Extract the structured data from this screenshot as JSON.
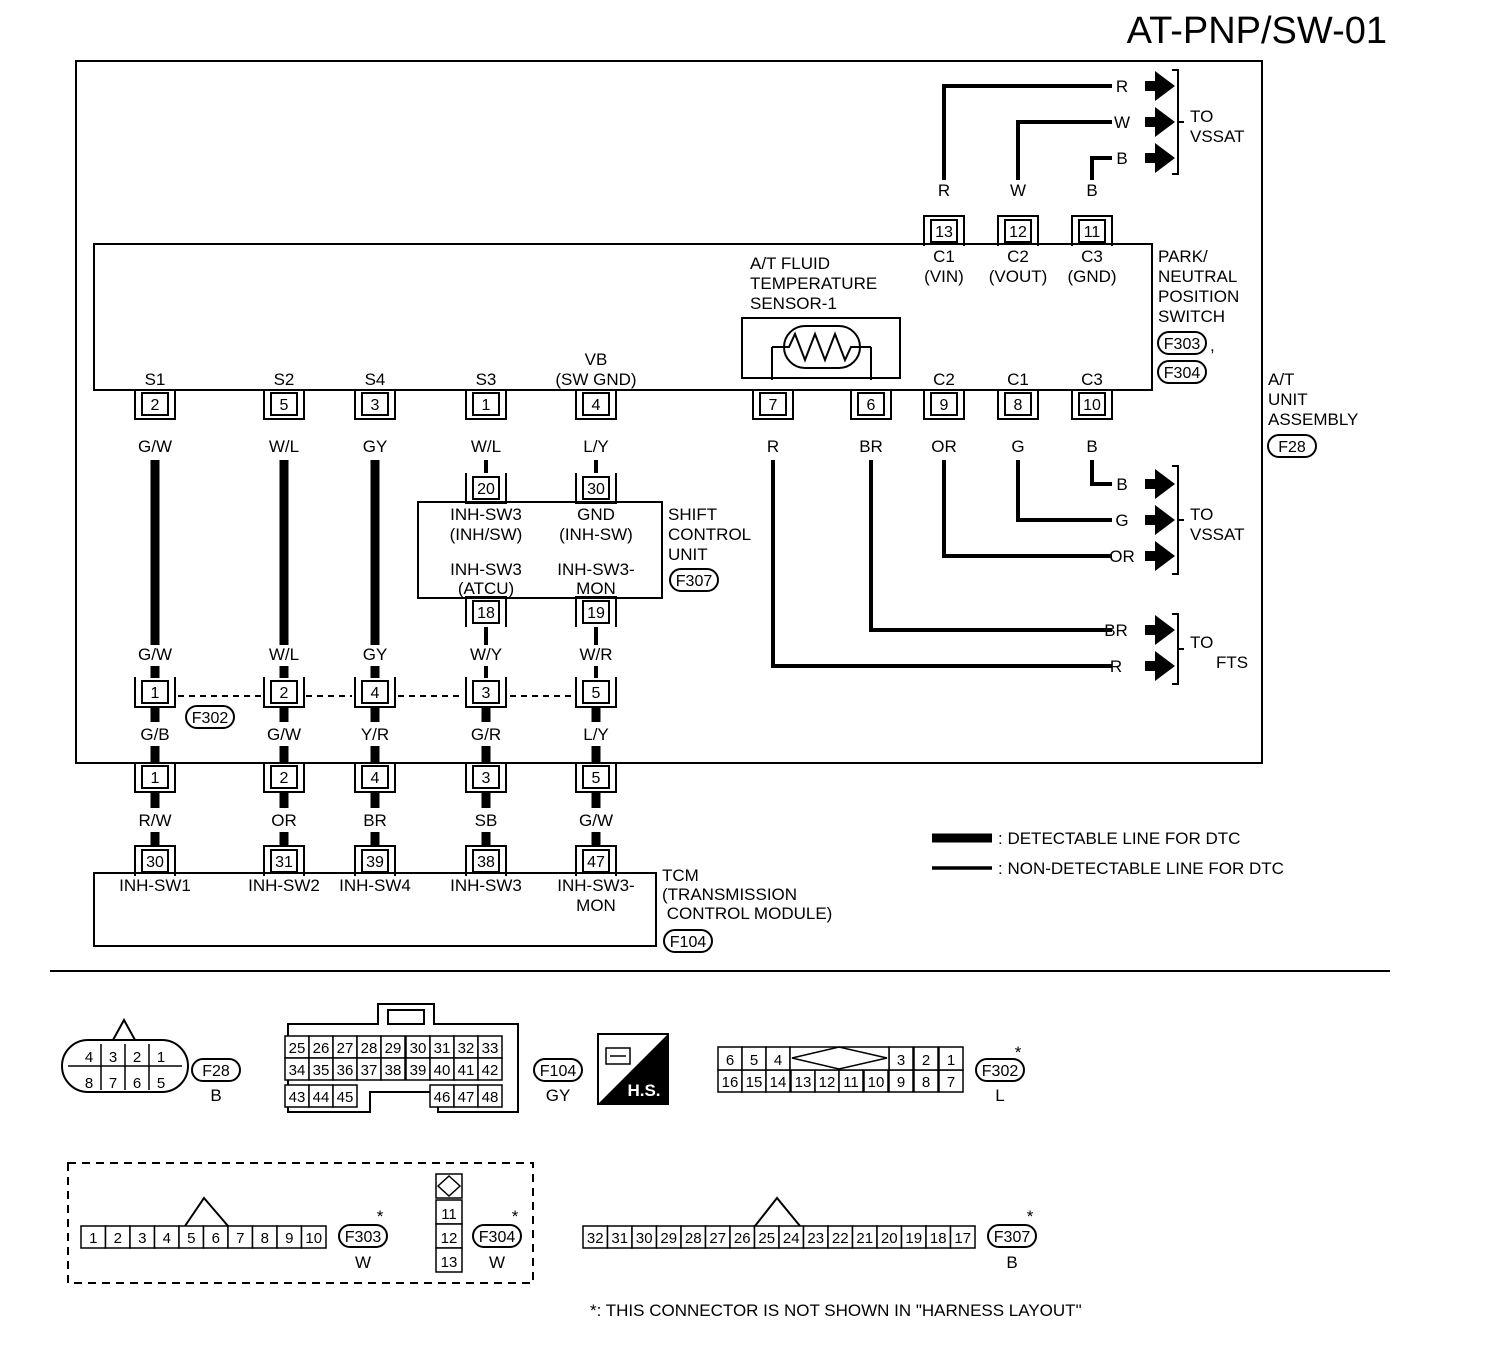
{
  "title": "AT-PNP/SW-01",
  "pnp_switch": {
    "label": [
      "PARK/",
      "NEUTRAL",
      "POSITION",
      "SWITCH"
    ],
    "conn1": "F303",
    "conn2": "F304",
    "comma": ","
  },
  "at_unit": {
    "label": [
      "A/T",
      "UNIT",
      "ASSEMBLY"
    ],
    "conn": "F28"
  },
  "sensor": {
    "label": [
      "A/T FLUID",
      "TEMPERATURE",
      "SENSOR-1"
    ]
  },
  "top_pins": [
    {
      "num": "13",
      "name": [
        "C1",
        "(VIN)"
      ],
      "wire": "R"
    },
    {
      "num": "12",
      "name": [
        "C2",
        "(VOUT)"
      ],
      "wire": "W"
    },
    {
      "num": "11",
      "name": [
        "C3",
        "(GND)"
      ],
      "wire": "B"
    }
  ],
  "to_vssat_top": {
    "wires": [
      "R",
      "W",
      "B"
    ],
    "dest": [
      "TO",
      "VSSAT"
    ]
  },
  "bottom_pins": [
    {
      "name": "S1",
      "num": "2",
      "wire": "G/W"
    },
    {
      "name": "S2",
      "num": "5",
      "wire": "W/L"
    },
    {
      "name": "S4",
      "num": "3",
      "wire": "GY"
    },
    {
      "name": "S3",
      "num": "1",
      "wire": "W/L"
    },
    {
      "name": "VB",
      "name2": "(SW GND)",
      "num": "4",
      "wire": "L/Y"
    },
    {
      "name": "",
      "num": "7",
      "wire": "R"
    },
    {
      "name": "",
      "num": "6",
      "wire": "BR"
    },
    {
      "name": "C2",
      "num": "9",
      "wire": "OR"
    },
    {
      "name": "C1",
      "num": "8",
      "wire": "G"
    },
    {
      "name": "C3",
      "num": "10",
      "wire": "B"
    }
  ],
  "to_vssat_mid": {
    "wires": [
      "B",
      "G",
      "OR"
    ],
    "dest": [
      "TO",
      "VSSAT"
    ]
  },
  "to_fts": {
    "wires": [
      "BR",
      "R"
    ],
    "dest": [
      "TO",
      "FTS"
    ]
  },
  "shift_unit": {
    "label": [
      "SHIFT",
      "CONTROL",
      "UNIT"
    ],
    "conn": "F307",
    "in_pins": [
      "20",
      "30"
    ],
    "out_pins": [
      "18",
      "19"
    ],
    "in_names": [
      [
        "INH-SW3",
        "(INH/SW)"
      ],
      [
        "GND",
        "(INH-SW)"
      ]
    ],
    "out_names": [
      [
        "INH-SW3",
        "(ATCU)"
      ],
      [
        "INH-SW3-",
        "MON"
      ]
    ],
    "out_wires": [
      "W/Y",
      "W/R"
    ]
  },
  "joint": {
    "conn": "F302",
    "upper_wires": [
      "G/W",
      "W/L",
      "GY",
      "W/Y",
      "W/R"
    ],
    "pins": [
      "1",
      "2",
      "4",
      "3",
      "5"
    ],
    "lower_wires": [
      "G/B",
      "G/W",
      "Y/R",
      "G/R",
      "L/Y"
    ]
  },
  "harness": {
    "pins": [
      "1",
      "2",
      "4",
      "3",
      "5"
    ],
    "wires": [
      "R/W",
      "OR",
      "BR",
      "SB",
      "G/W"
    ]
  },
  "tcm": {
    "label": [
      "TCM",
      "(TRANSMISSION",
      " CONTROL MODULE)"
    ],
    "conn": "F104",
    "pins": [
      "30",
      "31",
      "39",
      "38",
      "47"
    ],
    "names": [
      "INH-SW1",
      "INH-SW2",
      "INH-SW4",
      "INH-SW3",
      "INH-SW3-"
    ],
    "name_extra": "MON"
  },
  "legend": {
    "detectable": ": DETECTABLE LINE FOR DTC",
    "non_detectable": ": NON-DETECTABLE LINE FOR DTC"
  },
  "connectors": {
    "f28": {
      "id": "F28",
      "color": "B",
      "top": [
        "4",
        "3",
        "2",
        "1"
      ],
      "bottom": [
        "8",
        "7",
        "6",
        "5"
      ]
    },
    "f104": {
      "id": "F104",
      "color": "GY",
      "row1": [
        "25",
        "26",
        "27",
        "28",
        "29",
        "30",
        "31",
        "32",
        "33"
      ],
      "row2": [
        "34",
        "35",
        "36",
        "37",
        "38",
        "39",
        "40",
        "41",
        "42"
      ],
      "row3a": [
        "43",
        "44",
        "45"
      ],
      "row3b": [
        "46",
        "47",
        "48"
      ],
      "hs": "H.S."
    },
    "f302": {
      "id": "F302",
      "color": "L",
      "star": "*",
      "top_left": [
        "6",
        "5",
        "4"
      ],
      "top_right": [
        "3",
        "2",
        "1"
      ],
      "bottom": [
        "16",
        "15",
        "14",
        "13",
        "12",
        "11",
        "10",
        "9",
        "8",
        "7"
      ]
    },
    "f303": {
      "id": "F303",
      "color": "W",
      "star": "*",
      "pins": [
        "1",
        "2",
        "3",
        "4",
        "5",
        "6",
        "7",
        "8",
        "9",
        "10"
      ]
    },
    "f304": {
      "id": "F304",
      "color": "W",
      "star": "*",
      "pins": [
        "11",
        "12",
        "13"
      ]
    },
    "f307": {
      "id": "F307",
      "color": "B",
      "star": "*",
      "pins": [
        "32",
        "31",
        "30",
        "29",
        "28",
        "27",
        "26",
        "25",
        "24",
        "23",
        "22",
        "21",
        "20",
        "19",
        "18",
        "17"
      ]
    }
  },
  "footnote": "*: THIS CONNECTOR IS NOT SHOWN IN \"HARNESS LAYOUT\""
}
